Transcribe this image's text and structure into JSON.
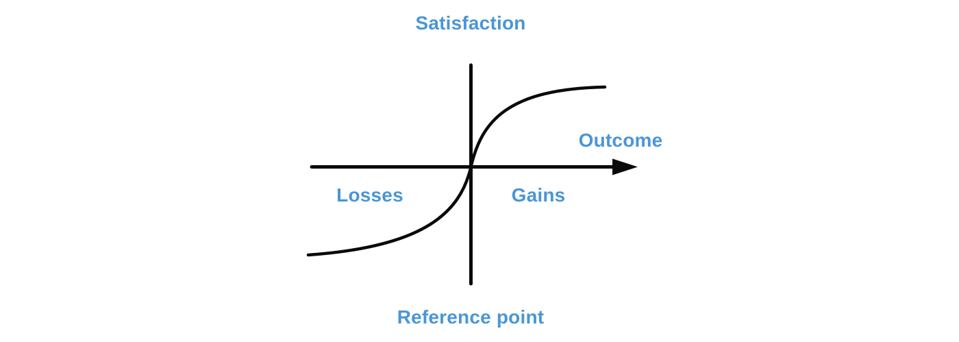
{
  "diagram": {
    "description": "Prospect theory value function: S-shaped curve through a reference point, steep near the origin and flattening toward gains and losses",
    "labels": {
      "y_axis_top": "Satisfaction",
      "x_axis_right": "Outcome",
      "x_negative_side": "Losses",
      "x_positive_side": "Gains",
      "origin_bottom": "Reference point"
    },
    "curve": {
      "shape": "s-curve",
      "passes_through": "origin (reference point)",
      "gains_branch": "concave, rises steeply from origin then flattens to the upper right",
      "losses_branch": "convex, falls steeply from origin then flattens to the lower left"
    },
    "axes": {
      "vertical": "no arrowheads",
      "horizontal": "arrowhead on right end only"
    }
  },
  "colors": {
    "label_blue": "#4a96d6",
    "line_black": "#0a0a0a",
    "background": "#ffffff"
  }
}
